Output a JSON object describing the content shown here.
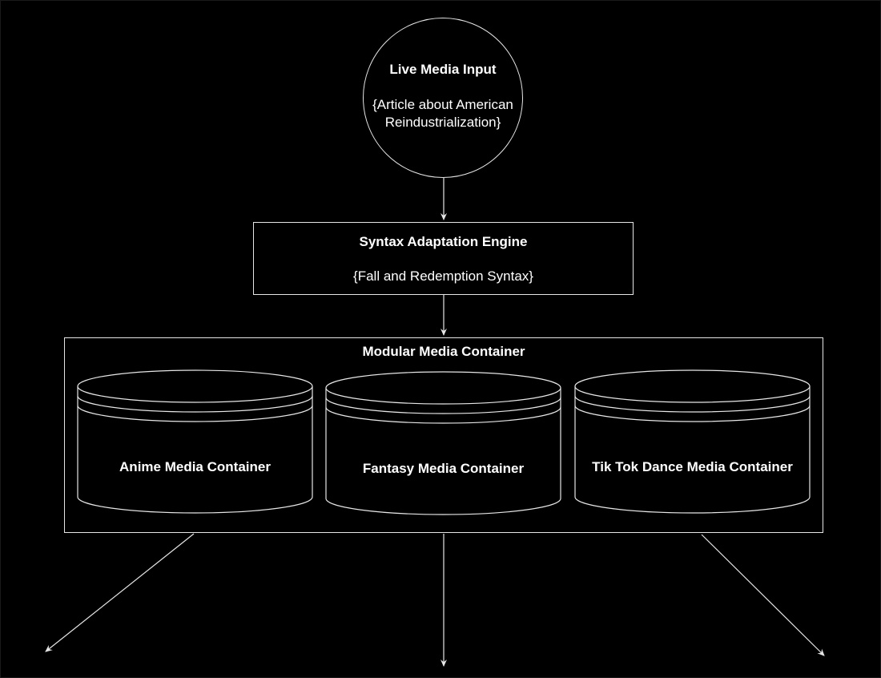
{
  "diagram": {
    "input_node": {
      "title": "Live Media Input",
      "subtitle_line1": "{Article about American",
      "subtitle_line2": "Reindustrialization}",
      "shape": "circle"
    },
    "engine_node": {
      "title": "Syntax Adaptation Engine",
      "subtitle": "{Fall and Redemption Syntax}",
      "shape": "rectangle"
    },
    "container_group": {
      "title": "Modular Media Container",
      "items": [
        {
          "label": "Anime Media Container",
          "shape": "cylinder"
        },
        {
          "label": "Fantasy Media Container",
          "shape": "cylinder"
        },
        {
          "label": "Tik Tok Dance Media Container",
          "shape": "cylinder"
        }
      ]
    },
    "edges": [
      {
        "from": "Live Media Input",
        "to": "Syntax Adaptation Engine"
      },
      {
        "from": "Syntax Adaptation Engine",
        "to": "Modular Media Container"
      },
      {
        "from": "Modular Media Container",
        "to": "output-left"
      },
      {
        "from": "Modular Media Container",
        "to": "output-center"
      },
      {
        "from": "Modular Media Container",
        "to": "output-right"
      }
    ],
    "colors": {
      "background": "#000000",
      "stroke": "#e6e6e6",
      "text": "#ffffff"
    }
  }
}
